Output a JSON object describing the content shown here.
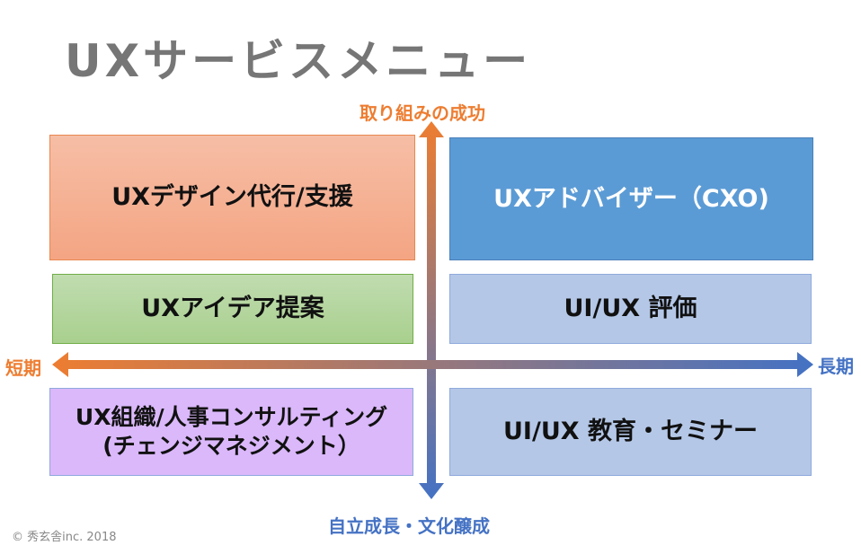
{
  "title": "UXサービスメニュー",
  "axes": {
    "top": "取り組みの成功",
    "bottom": "自立成長・文化醸成",
    "left": "短期",
    "right": "長期"
  },
  "boxes": {
    "design": "UXデザイン代行/支援",
    "advisor": "UXアドバイザー（CXO)",
    "idea": "UXアイデア提案",
    "evaluation": "UI/UX 評価",
    "org_line1": "UX組織/人事コンサルティング",
    "org_line2": "(チェンジマネジメント）",
    "education": "UI/UX 教育・セミナー"
  },
  "copyright": "© 秀玄舎inc. 2018",
  "colors": {
    "orange": "#ed7d31",
    "blue": "#4472c4"
  }
}
